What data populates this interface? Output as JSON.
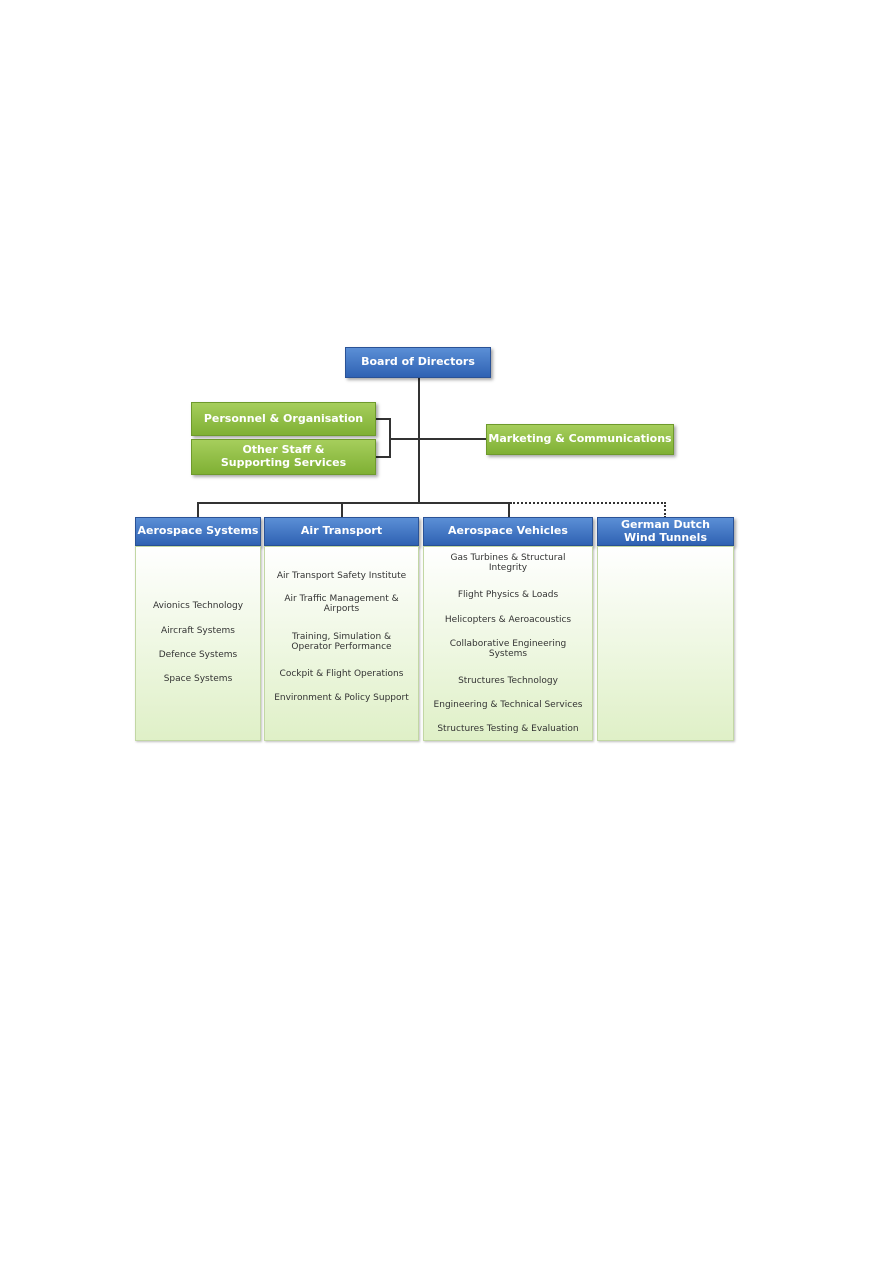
{
  "board": "Board of Directors",
  "staff": {
    "personnel": "Personnel & Organisation",
    "other": "Other Staff &\nSupporting Services",
    "marketing": "Marketing & Communications"
  },
  "divisions": [
    {
      "title": "Aerospace Systems",
      "items": [
        "Avionics Technology",
        "Aircraft Systems",
        "Defence Systems",
        "Space Systems"
      ]
    },
    {
      "title": "Air Transport",
      "items": [
        "Air Transport Safety Institute",
        "Air Traffic Management &\nAirports",
        "Training, Simulation &\nOperator Performance",
        "Cockpit & Flight Operations",
        "Environment & Policy Support"
      ]
    },
    {
      "title": "Aerospace Vehicles",
      "items": [
        "Gas Turbines & Structural\nIntegrity",
        "Flight Physics & Loads",
        "Helicopters & Aeroacoustics",
        "Collaborative Engineering\nSystems",
        "Structures Technology",
        "Engineering & Technical Services",
        "Structures Testing & Evaluation"
      ]
    },
    {
      "title": "German Dutch\nWind Tunnels",
      "items": []
    }
  ]
}
